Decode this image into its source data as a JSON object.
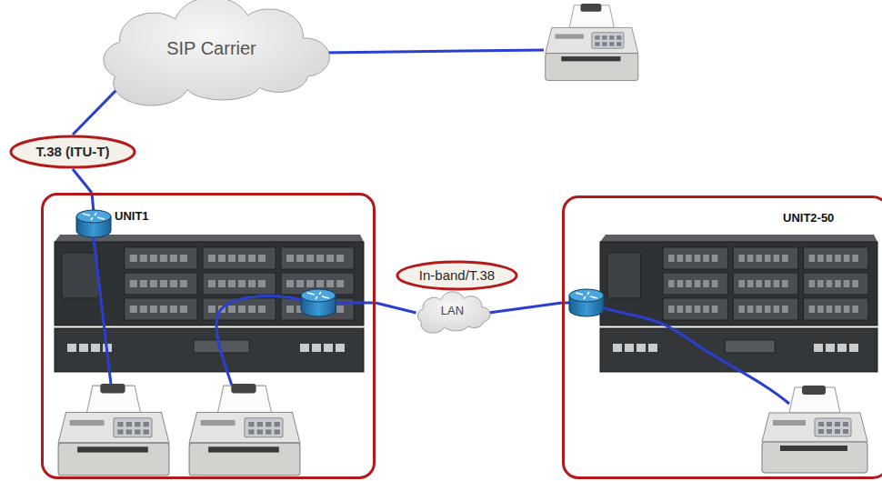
{
  "diagram": {
    "nodes": [
      {
        "text": [
          "SIP Carrier"
        ]
      },
      {
        "text": [
          "T.38 (ITU-T)"
        ]
      },
      {
        "text": [
          "UNIT1"
        ]
      },
      {
        "text": [
          "In-band/T.38"
        ]
      },
      {
        "text": [
          "LAN"
        ]
      },
      {
        "text": [
          "UNIT2-50"
        ]
      }
    ],
    "edges": [
      {
        "from": 0,
        "to": 1,
        "arrow": "none"
      },
      {
        "from": 1,
        "to": 2,
        "arrow": "none"
      },
      {
        "from": 2,
        "to": 4,
        "arrow": "none"
      },
      {
        "from": 4,
        "to": 5,
        "arrow": "none"
      }
    ]
  }
}
